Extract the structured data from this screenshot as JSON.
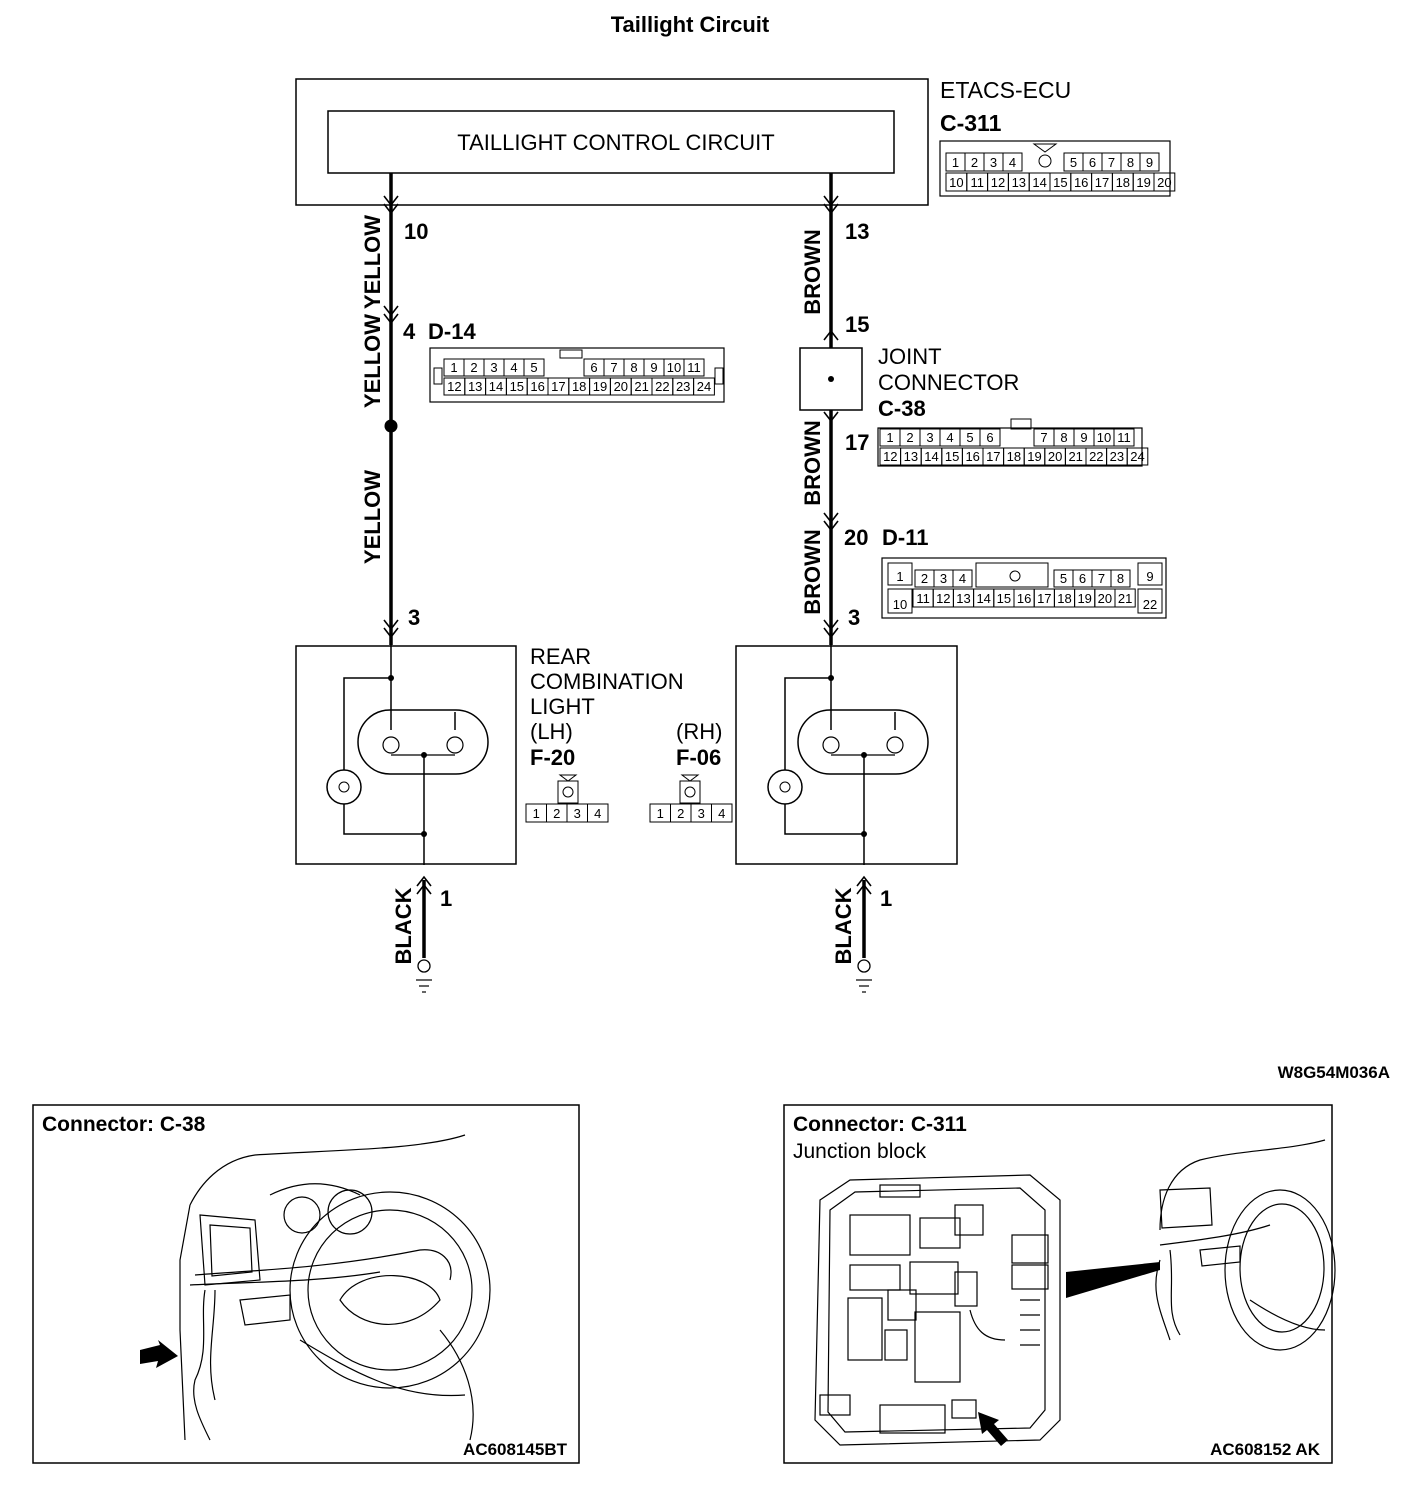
{
  "title": "Taillight Circuit",
  "etacs": {
    "name": "ETACS-ECU",
    "connector_id": "C-311",
    "pins_top": [
      "1",
      "2",
      "3",
      "4",
      "5",
      "6",
      "7",
      "8",
      "9"
    ],
    "pins_bottom": [
      "10",
      "11",
      "12",
      "13",
      "14",
      "15",
      "16",
      "17",
      "18",
      "19",
      "20"
    ]
  },
  "control_circuit_label": "TAILLIGHT CONTROL CIRCUIT",
  "wires": {
    "yellow": "YELLOW",
    "brown": "BROWN",
    "black": "BLACK"
  },
  "pins": {
    "etacs_left": "10",
    "etacs_right": "13",
    "d14_pin": "4",
    "joint_in": "15",
    "joint_out": "17",
    "d11_pin": "20",
    "lh_supply": "3",
    "rh_supply": "3",
    "lh_ground": "1",
    "rh_ground": "1"
  },
  "d14": {
    "id": "D-14",
    "pins_top": [
      "1",
      "2",
      "3",
      "4",
      "5",
      "6",
      "7",
      "8",
      "9",
      "10",
      "11"
    ],
    "pins_bottom": [
      "12",
      "13",
      "14",
      "15",
      "16",
      "17",
      "18",
      "19",
      "20",
      "21",
      "22",
      "23",
      "24"
    ]
  },
  "joint": {
    "line1": "JOINT",
    "line2": "CONNECTOR",
    "id": "C-38",
    "pins_top": [
      "1",
      "2",
      "3",
      "4",
      "5",
      "6",
      "7",
      "8",
      "9",
      "10",
      "11"
    ],
    "pins_bottom": [
      "12",
      "13",
      "14",
      "15",
      "16",
      "17",
      "18",
      "19",
      "20",
      "21",
      "22",
      "23",
      "24"
    ]
  },
  "d11": {
    "id": "D-11",
    "pins_top": [
      "1",
      "2",
      "3",
      "4",
      "5",
      "6",
      "7",
      "8",
      "9"
    ],
    "pins_bottom": [
      "10",
      "11",
      "12",
      "13",
      "14",
      "15",
      "16",
      "17",
      "18",
      "19",
      "20",
      "21",
      "22"
    ]
  },
  "rear_light": {
    "line1": "REAR",
    "line2": "COMBINATION",
    "line3": "LIGHT",
    "lh": "(LH)",
    "lh_id": "F-20",
    "rh": "(RH)",
    "rh_id": "F-06",
    "pins": [
      "1",
      "2",
      "3",
      "4"
    ]
  },
  "figure_code": "W8G54M036A",
  "panel_left": {
    "title": "Connector: C-38",
    "code": "AC608145BT"
  },
  "panel_right": {
    "title": "Connector: C-311",
    "subtitle": "Junction block",
    "code": "AC608152 AK"
  }
}
